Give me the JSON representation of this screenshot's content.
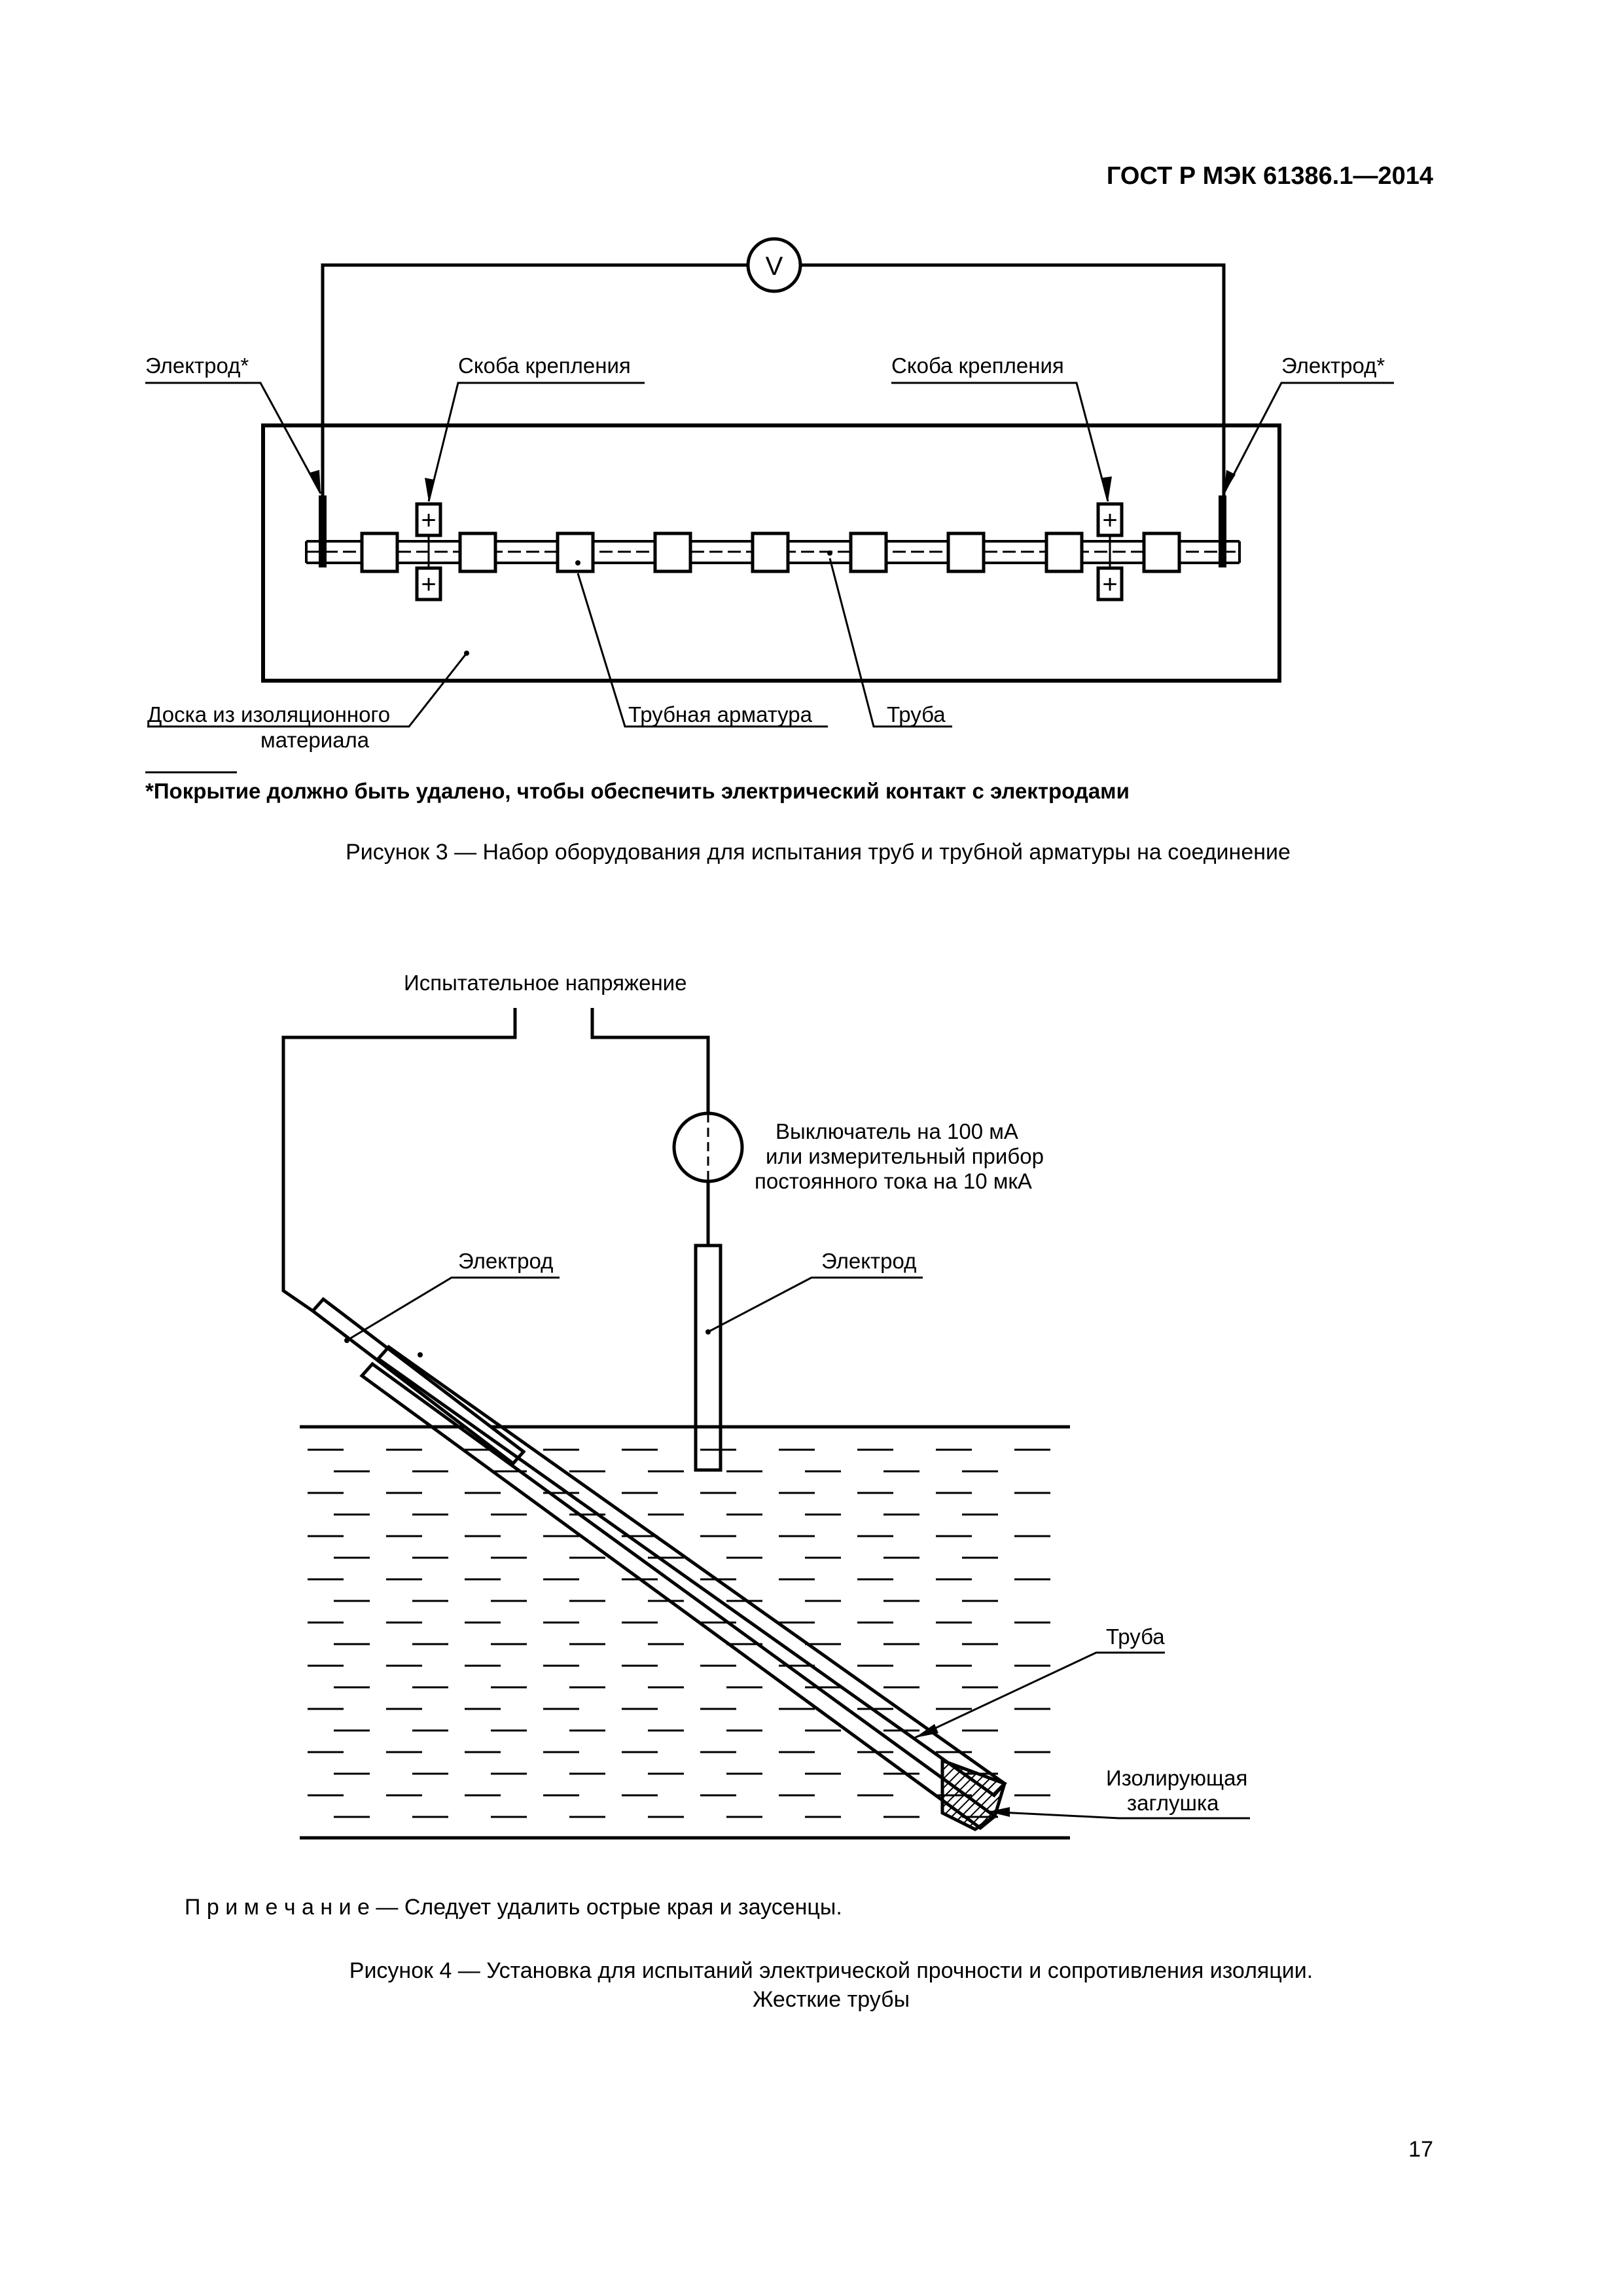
{
  "header": {
    "standard": "ГОСТ Р МЭК 61386.1—2014"
  },
  "figure3": {
    "voltmeter_symbol": "V",
    "labels": {
      "electrode_left": "Электрод*",
      "clamp_left": "Скоба крепления",
      "clamp_right": "Скоба крепления",
      "electrode_right": "Электрод*",
      "board_line1": "Доска из изоляционного",
      "board_line2": "материала",
      "fitting": "Трубная арматура",
      "pipe": "Труба"
    },
    "plus_sign": "+",
    "footnote": "*Покрытие должно быть удалено, чтобы обеспечить электрический контакт с электродами",
    "caption": "Рисунок 3 — Набор оборудования для испытания труб и трубной арматуры на соединение"
  },
  "figure4": {
    "labels": {
      "test_voltage": "Испытательное напряжение",
      "switch_line1": "Выключатель на 100 мА",
      "switch_line2": "или измерительный прибор",
      "switch_line3": "постоянного тока на 10 мкА",
      "electrode_left": "Электрод",
      "electrode_right": "Электрод",
      "pipe": "Труба",
      "plug_line1": "Изолирующая",
      "plug_line2": "заглушка"
    },
    "note_prefix": "П р и м е ч а н и е",
    "note_text": " — Следует удалить острые края и заусенцы.",
    "caption_line1": "Рисунок 4 — Установка для испытаний электрической прочности и сопротивления изоляции.",
    "caption_line2": "Жесткие трубы"
  },
  "page_number": "17"
}
